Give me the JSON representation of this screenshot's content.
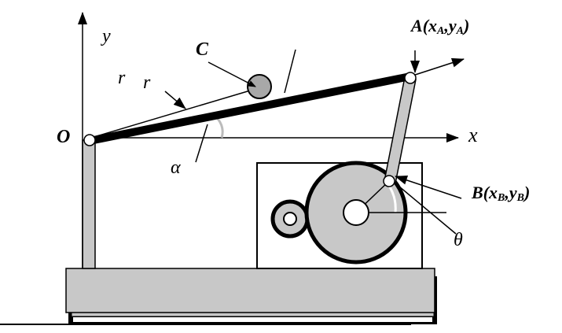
{
  "diagram": {
    "title": "Ball and beam mechanism",
    "colors": {
      "stroke": "#000000",
      "fill_gray": "#c8c8c8",
      "ball_fill": "#a8a8a8",
      "background": "#ffffff"
    },
    "labels": {
      "y_axis": "y",
      "x_axis": "x",
      "origin": "O",
      "ball": "C",
      "r1": "r",
      "r2": "r",
      "alpha": "α",
      "theta": "θ",
      "point_a": {
        "name": "A",
        "open": "(",
        "x": "x",
        "x_sub": "A",
        "comma": ",",
        "y": "y",
        "y_sub": "A",
        "close": ")"
      },
      "point_b": {
        "name": "B",
        "open": "(",
        "x": "x",
        "x_sub": "B",
        "comma": ",",
        "y": "y",
        "y_sub": "B",
        "close": ")"
      }
    },
    "components": [
      "y-axis",
      "x-axis",
      "beam",
      "ball",
      "pivot-o",
      "support-post",
      "connecting-rod",
      "pivot-a",
      "pivot-b",
      "motor-housing",
      "drive-wheel",
      "wheel-hub",
      "small-gear",
      "base-platform",
      "ground-line"
    ]
  }
}
